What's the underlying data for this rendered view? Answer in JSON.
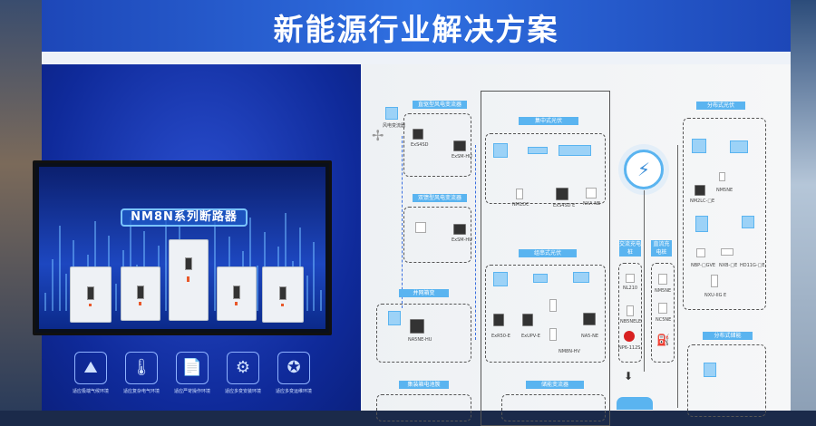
{
  "banner": {
    "title": "新能源行业解决方案"
  },
  "screen": {
    "title": "NM8N系列断路器"
  },
  "features": [
    {
      "icon": "mountain-sun-icon",
      "label": "适应极端气候环境"
    },
    {
      "icon": "thermometer-icon",
      "label": "适应复杂电气环境"
    },
    {
      "icon": "document-icon",
      "label": "适应严苛操作环境"
    },
    {
      "icon": "gear-wrench-icon",
      "label": "适应多变安装环境"
    },
    {
      "icon": "award-badge-icon",
      "label": "适应多变运维环境"
    }
  ],
  "diagram": {
    "sections": {
      "direct_wind": "直驱型风电变流器",
      "dfig_wind": "双馈型风电变流器",
      "grid_box": "并网箱变",
      "battery": "集装箱电池簇",
      "central_pv": "集中式光伏",
      "string_pv": "组串式光伏",
      "pcs": "储能变流器",
      "ac_charge": "交流充电桩",
      "dc_charge": "直流充电桩",
      "dist_pv": "分布式光伏",
      "dist_storage": "分布式储能"
    },
    "wind_label": "风电变流器",
    "devices": {
      "d1": "ExS4SD",
      "d2": "ExSM-HU",
      "d3": "ExSM-HU",
      "d4": "NM1DC",
      "d5": "ExS4SD E",
      "d6": "NXA-NE",
      "d7": "NA5NE-HU",
      "d8": "ExR50-E",
      "d9": "ExUPV-E",
      "d10": "NM8N-HV",
      "d11": "NA5-NE",
      "d12": "NL210",
      "d13": "NB5NELE",
      "d14": "NP6-112S",
      "d15": "NM5NE",
      "d16": "NC5NE",
      "d17": "NM2LC-□E",
      "d18": "NM5NE",
      "d19": "NBP-□GVE",
      "d20": "NXB-□E",
      "d21": "HD11G-□E",
      "d22": "NXU-IIG E"
    }
  }
}
